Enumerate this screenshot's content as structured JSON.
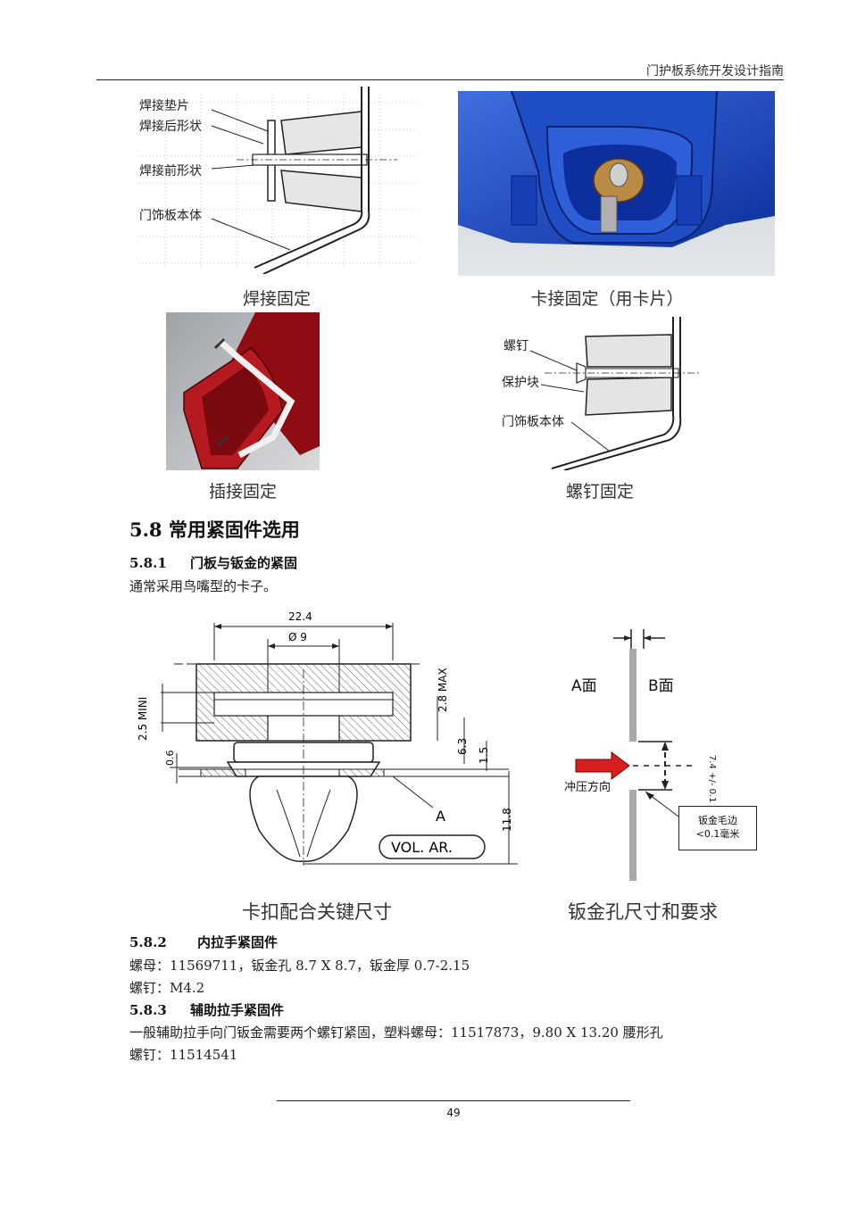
{
  "header": {
    "title": "门护板系统开发设计指南"
  },
  "figures": {
    "welding": {
      "caption": "焊接固定",
      "labels": [
        "焊接垫片",
        "焊接后形状",
        "焊接前形状",
        "门饰板本体"
      ]
    },
    "clip": {
      "caption": "卡接固定（用卡片）"
    },
    "insert": {
      "caption": "插接固定"
    },
    "screw": {
      "caption": "螺钉固定",
      "labels": [
        "螺钉",
        "保护块",
        "门饰板本体"
      ]
    }
  },
  "section": {
    "title": "5.8 常用紧固件选用",
    "sub1": {
      "num": "5.8.1",
      "title": "门板与钣金的紧固",
      "text": "通常采用鸟嘴型的卡子。"
    },
    "sub2": {
      "num": "5.8.2",
      "title": "内拉手紧固件",
      "lines": [
        "螺母：11569711，钣金孔 8.7 X 8.7，钣金厚 0.7-2.15",
        "螺钉：M4.2"
      ]
    },
    "sub3": {
      "num": "5.8.3",
      "title": "辅助拉手紧固件",
      "lines": [
        "一般辅助拉手向门钣金需要两个螺钉紧固，塑料螺母：11517873，9.80 X 13.20  腰形孔",
        "螺钉：11514541"
      ]
    }
  },
  "clip_drawing": {
    "caption": "卡扣配合关键尺寸",
    "dims": {
      "width": "22.4",
      "dia": "Ø 9",
      "mini": "2.5 MINI",
      "max": "2.8 MAX",
      "d63": "6.3",
      "d15": "1.5",
      "d06": "0.6",
      "d118": "11.8"
    },
    "label_a": "A",
    "label_vol": "VOL. AR."
  },
  "hole_drawing": {
    "caption": "钣金孔尺寸和要求",
    "face_a": "A面",
    "face_b": "B面",
    "press_dir": "冲压方向",
    "dim": "7.4 +/- 0.1",
    "note_lines": [
      "钣金毛边",
      "<0.1毫米"
    ]
  },
  "footer": {
    "page": "49"
  }
}
